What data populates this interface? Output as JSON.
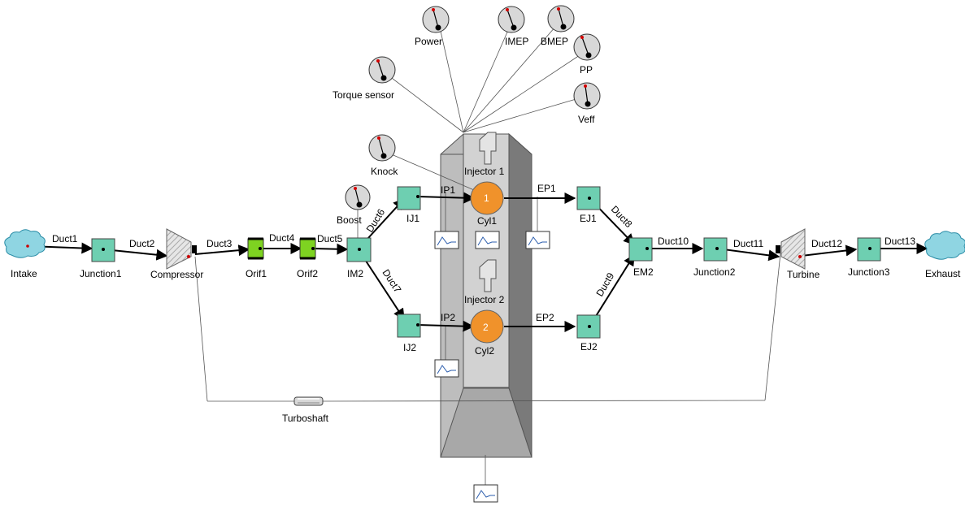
{
  "components": {
    "intake": "Intake",
    "junction1": "Junction1",
    "compressor": "Compressor",
    "orif1": "Orif1",
    "orif2": "Orif2",
    "im2": "IM2",
    "ij1": "IJ1",
    "ij2": "IJ2",
    "cyl1": "Cyl1",
    "cyl1_num": "1",
    "cyl2": "Cyl2",
    "cyl2_num": "2",
    "injector1": "Injector 1",
    "injector2": "Injector 2",
    "ej1": "EJ1",
    "ej2": "EJ2",
    "em2": "EM2",
    "junction2": "Junction2",
    "turbine": "Turbine",
    "junction3": "Junction3",
    "exhaust": "Exhaust",
    "turboshaft": "Turboshaft"
  },
  "ducts": {
    "duct1": "Duct1",
    "duct2": "Duct2",
    "duct3": "Duct3",
    "duct4": "Duct4",
    "duct5": "Duct5",
    "duct6": "Duct6",
    "duct7": "Duct7",
    "duct8": "Duct8",
    "duct9": "Duct9",
    "duct10": "Duct10",
    "duct11": "Duct11",
    "duct12": "Duct12",
    "duct13": "Duct13",
    "ip1": "IP1",
    "ip2": "IP2",
    "ep1": "EP1",
    "ep2": "EP2"
  },
  "gauges": {
    "power": "Power",
    "imep": "IMEP",
    "bmep": "BMEP",
    "pp": "PP",
    "torque": "Torque sensor",
    "veff": "Veff",
    "knock": "Knock",
    "boost": "Boost"
  },
  "icons": {
    "plot": "plot-monitor-icon",
    "gauge": "gauge-sensor-icon",
    "cloud": "cloud-boundary-icon"
  },
  "colors": {
    "junction": "#6ecfb1",
    "orifice": "#7ed321",
    "cylinder": "#f0922b",
    "cloud": "#8fd5e2",
    "engine_block": "#bdbdbd",
    "engine_dark": "#7a7a7a"
  }
}
